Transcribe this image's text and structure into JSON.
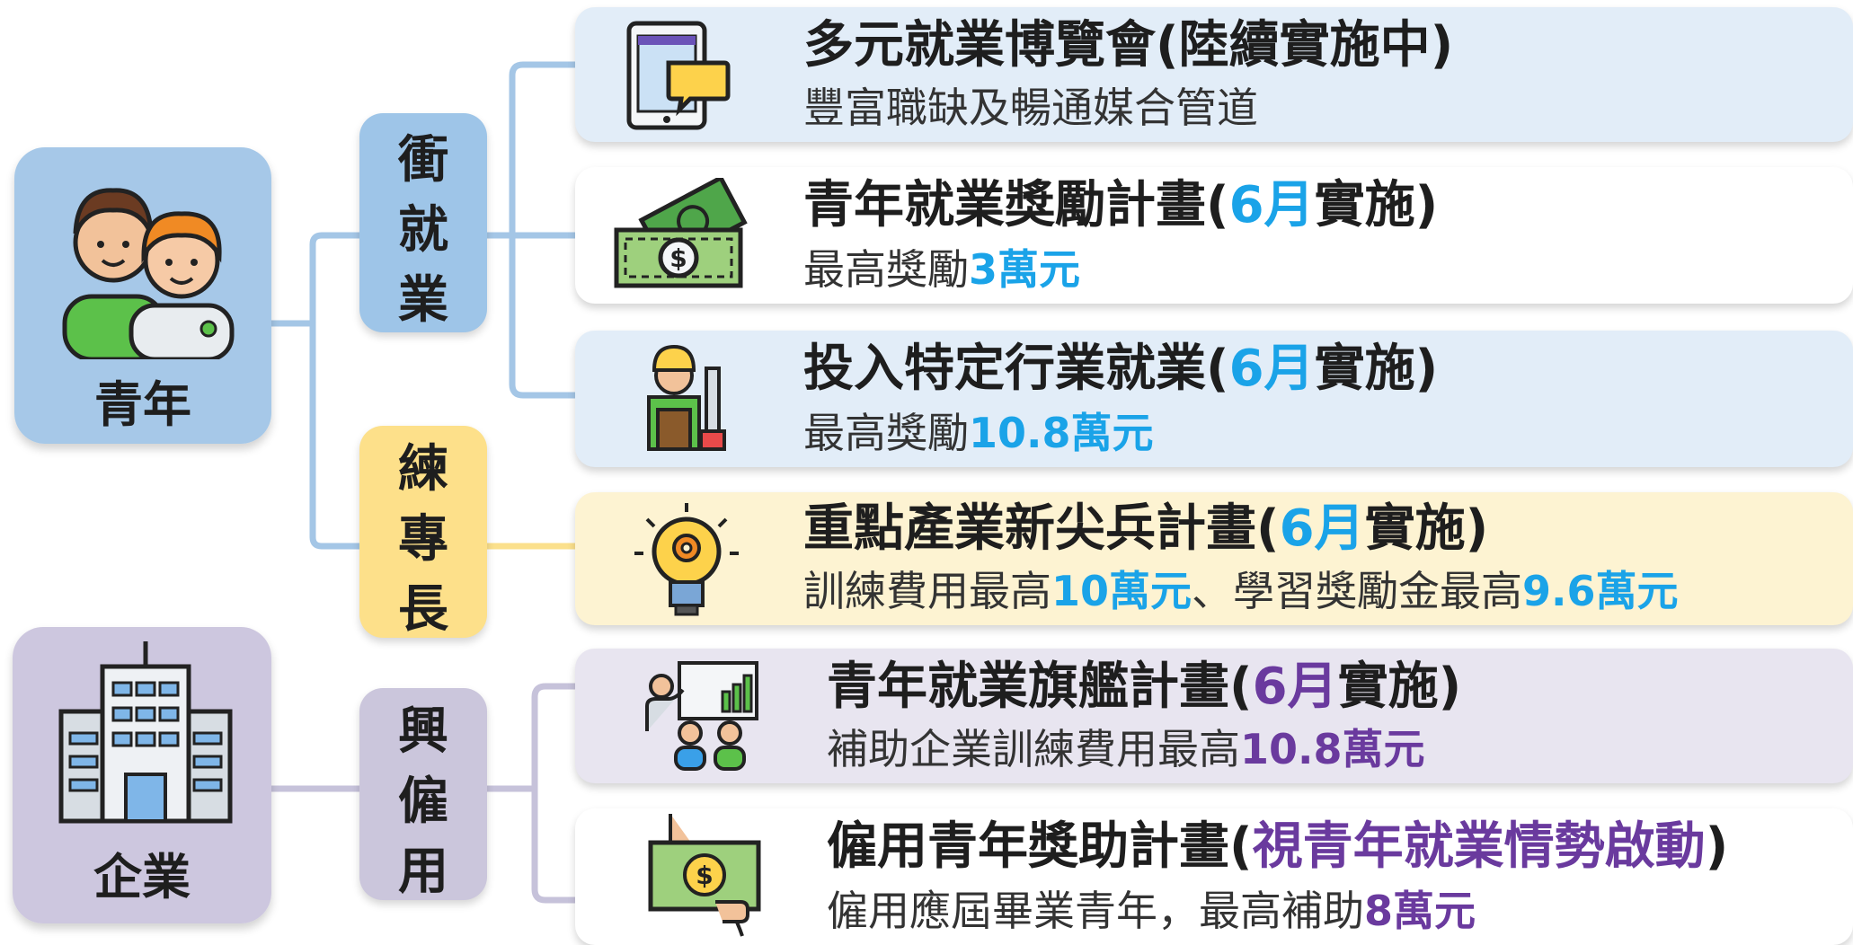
{
  "colors": {
    "youth_box": "#a6c8e8",
    "employ_box": "#9ec5e8",
    "skill_box": "#fde08a",
    "enterprise_box": "#cdc7df",
    "hire_box": "#cbc6dc",
    "blue_card": "#e2edf8",
    "yellow_card": "#fdf3d2",
    "purple_card": "#e8e5f0",
    "white_card": "#ffffff",
    "blue_connector": "#a4c6e6",
    "yellow_connector": "#fbe08c",
    "purple_connector": "#c6c2da",
    "highlight_blue": "#1aa3e8",
    "highlight_purple": "#6a3a9e"
  },
  "groups": {
    "youth": {
      "label": "青年",
      "icon": "youth-people-icon"
    },
    "enterprise": {
      "label": "企業",
      "icon": "office-building-icon"
    }
  },
  "categories": {
    "employ": {
      "chars": [
        "衝",
        "就",
        "業"
      ]
    },
    "skill": {
      "chars": [
        "練",
        "專",
        "長"
      ]
    },
    "hire": {
      "chars": [
        "興",
        "僱",
        "用"
      ]
    }
  },
  "programs": [
    {
      "icon": "tablet-chat-icon",
      "title": "多元就業博覽會(陸續實施中)",
      "subtitle": "豐富職缺及暢通媒合管道"
    },
    {
      "icon": "cash-money-icon",
      "title_pre": "青年就業獎勵計畫(",
      "title_hl": "6月",
      "title_post": "實施)",
      "sub_pre": "最高獎勵",
      "sub_hl": "3萬元"
    },
    {
      "icon": "construction-worker-icon",
      "title_pre": "投入特定行業就業(",
      "title_hl": "6月",
      "title_post": "實施)",
      "sub_pre": "最高獎勵",
      "sub_hl": "10.8萬元"
    },
    {
      "icon": "lightbulb-gear-icon",
      "title_pre": "重點產業新尖兵計畫(",
      "title_hl": "6月",
      "title_post": "實施)",
      "sub_pre": "訓練費用最高",
      "sub_hl1": "10萬元",
      "sub_mid": "、學習獎勵金最高",
      "sub_hl2": "9.6萬元"
    },
    {
      "icon": "training-presentation-icon",
      "title_pre": "青年就業旗艦計畫(",
      "title_hl": "6月",
      "title_post": "實施)",
      "sub_pre": "補助企業訓練費用最高",
      "sub_hl": "10.8萬元"
    },
    {
      "icon": "money-handover-icon",
      "title_pre": "僱用青年獎助計畫(",
      "title_hl": "視青年就業情勢啟動",
      "title_post": ")",
      "sub_pre": "僱用應屆畢業青年，最高補助",
      "sub_hl": "8萬元"
    }
  ]
}
